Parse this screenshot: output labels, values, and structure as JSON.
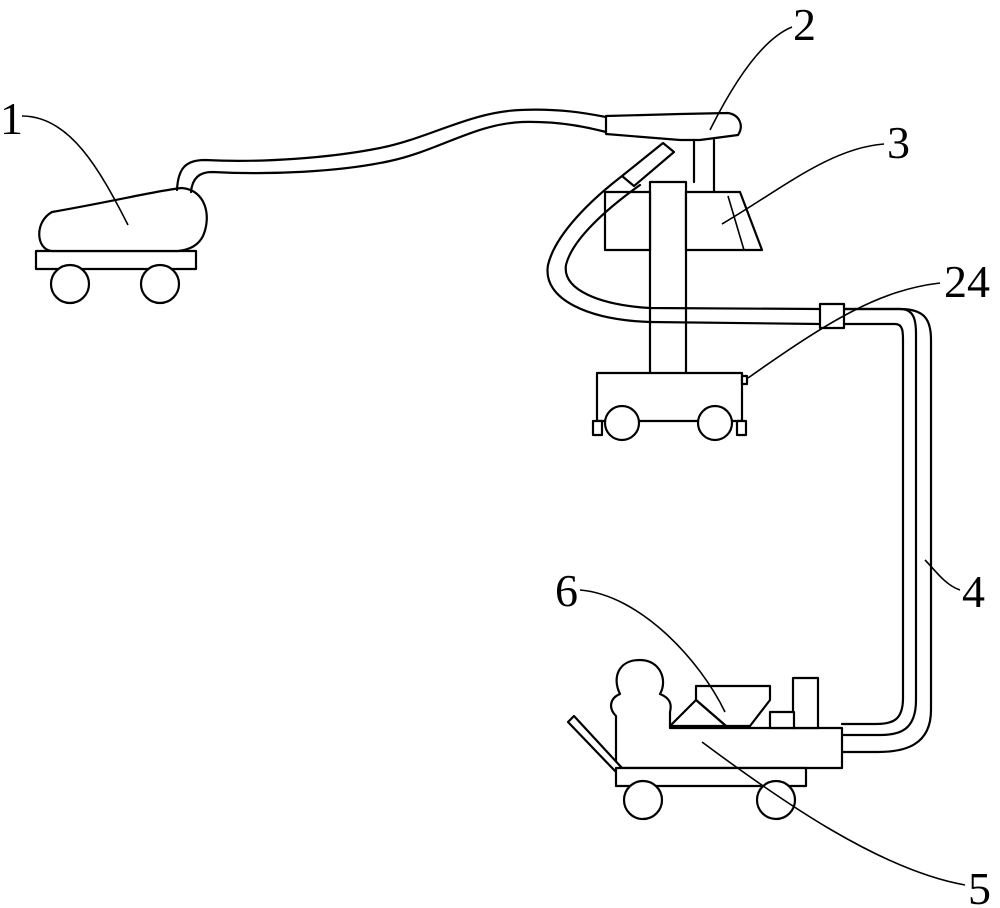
{
  "diagram": {
    "labels": {
      "l1": "1",
      "l2": "2",
      "l3": "3",
      "l24": "24",
      "l4": "4",
      "l5": "5",
      "l6": "6"
    },
    "colors": {
      "line": "#000000",
      "background": "#ffffff"
    }
  }
}
